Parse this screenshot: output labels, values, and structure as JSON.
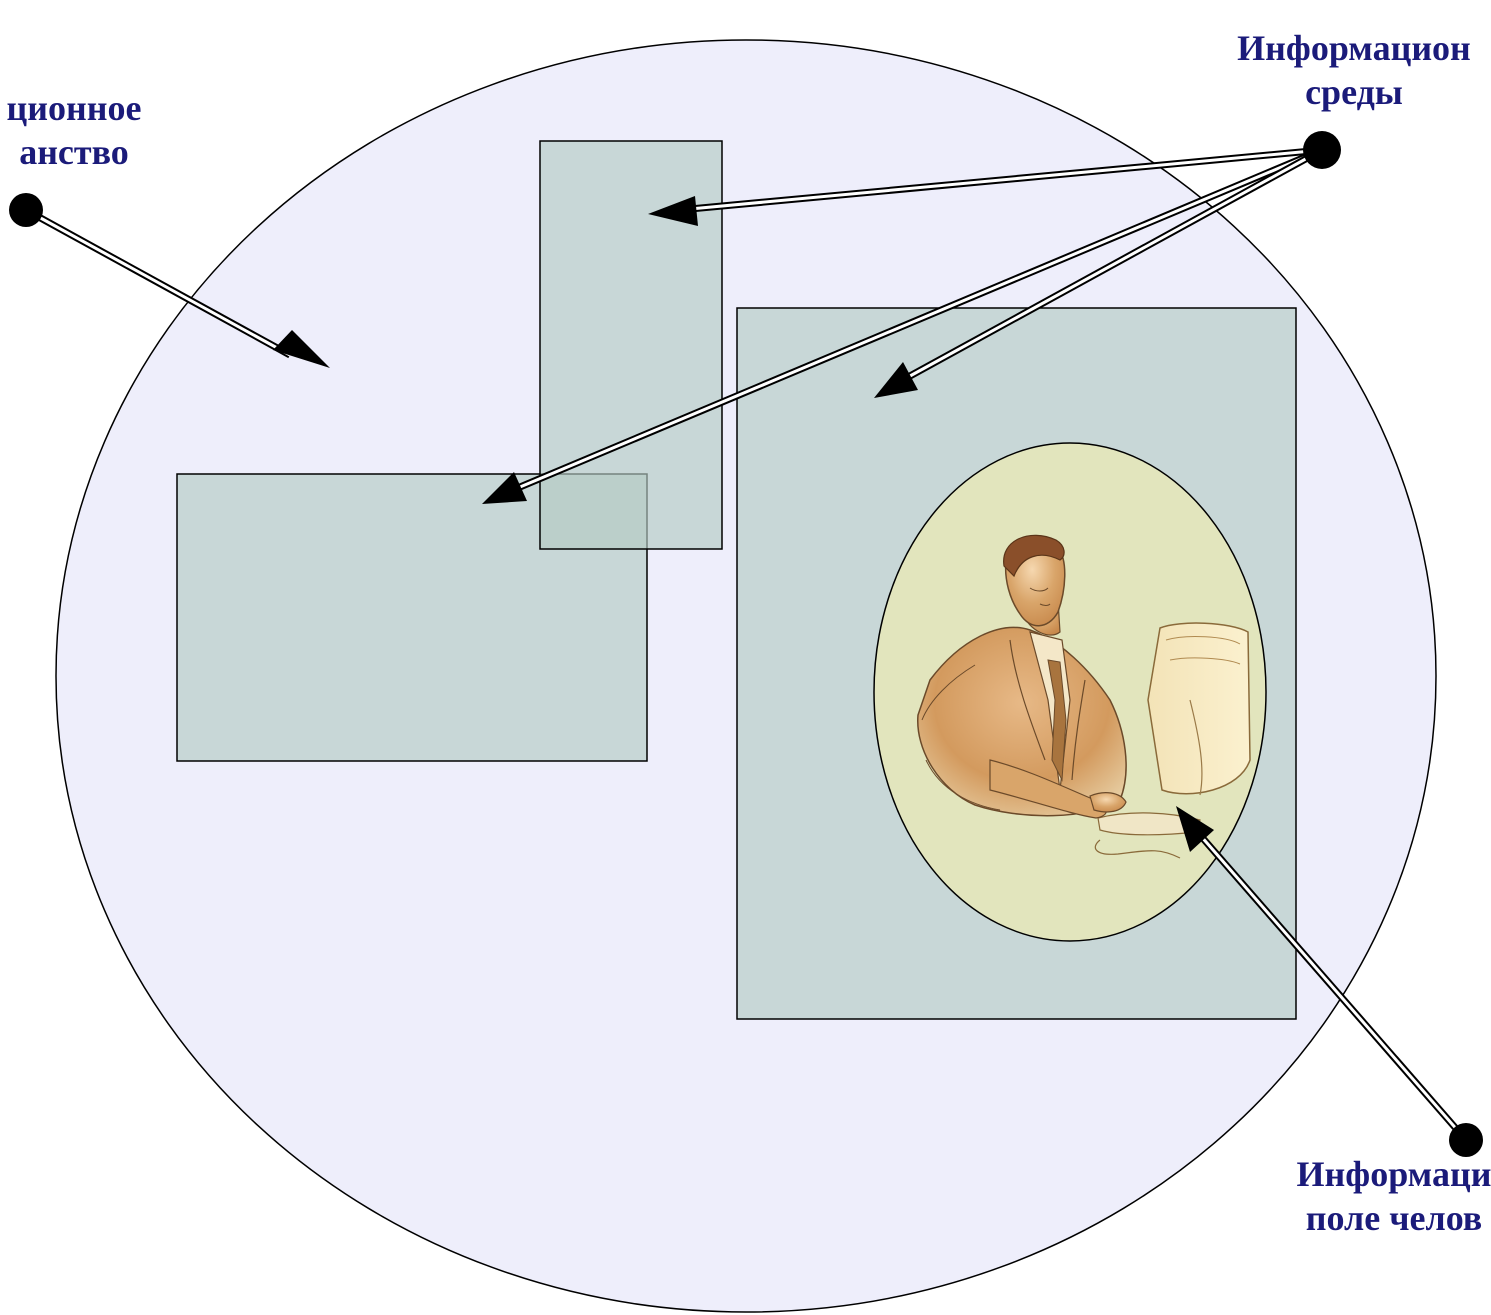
{
  "colors": {
    "background": "#ffffff",
    "circle_fill": "#eeeefb",
    "rect_fill": "#c6d6cf",
    "oval_fill": "#e3e6bd",
    "label_text": "#1b1b7a",
    "stroke": "#000000"
  },
  "labels": {
    "space": {
      "line1": "ционное",
      "line2": "анство"
    },
    "environments": {
      "line1": "Информацион",
      "line2": "среды"
    },
    "field": {
      "line1": "Информаци",
      "line2": "поле челов"
    }
  },
  "icons": {
    "person": "person-at-computer-icon"
  }
}
